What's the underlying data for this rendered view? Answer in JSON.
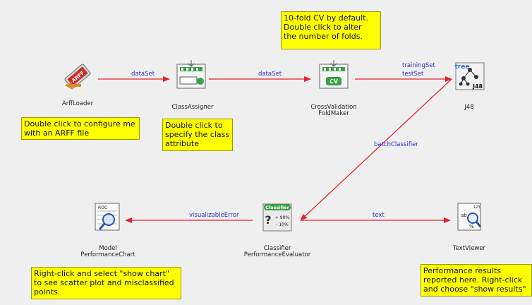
{
  "nodes": {
    "arffloader": "ArffLoader",
    "classassigner": "ClassAssigner",
    "crossvalidation": "CrossValidation\nFoldMaker",
    "j48": "J48",
    "modelchart": "Model\nPerformanceChart",
    "evaluator": "Classifier\nPerformanceEvaluator",
    "textviewer": "TextViewer"
  },
  "icon_text": {
    "arff": "ARFF",
    "cv": "CV",
    "tree": "tree",
    "j48": "J48",
    "roc": "ROC",
    "classifier": "Classifier",
    "percent1": "+ 90%",
    "percent2": "- 10%",
    "question": "?",
    "tv_ab": "ab",
    "tv_123": "123",
    "tv_pct": "%"
  },
  "edges": {
    "dataset1": "dataSet",
    "dataset2": "dataSet",
    "trainingset": "trainingSet",
    "testset": "testSet",
    "batchclassifier": "batchClassifier",
    "visualizableerror": "visualizableError",
    "text": "text"
  },
  "notes": {
    "folds": "10-fold CV by default.\nDouble click to alter\nthe number of folds.",
    "arff": "Double click to configure me\nwith an ARFF file",
    "class": "Double click to\nspecify the class\nattribute",
    "chart": "Right-click and select \"show chart\"\nto see scatter plot and misclassified\npoints.",
    "results": "Performance results\nreported here. Right-click\nand choose \"show results\""
  },
  "colors": {
    "background": "#efefef",
    "connection": "#e8202a",
    "edge_label": "#2b2bd0",
    "note": "#ffff00"
  }
}
